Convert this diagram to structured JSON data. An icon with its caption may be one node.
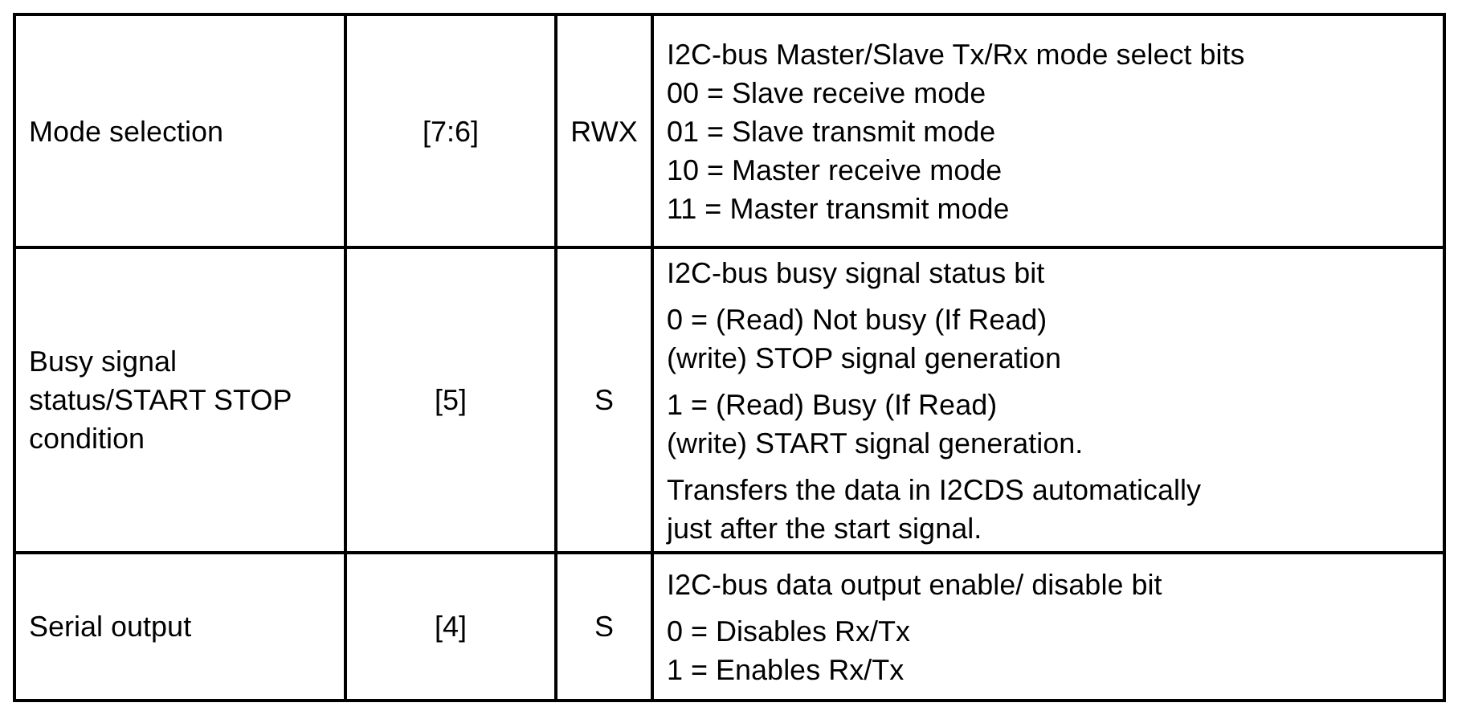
{
  "diagram": {
    "labels": [
      "Mode selection",
      "[7:6]",
      "RWX",
      "I2C-bus Master/Slave Tx/Rx mode select bits",
      "00 = Slave receive mode",
      "01 = Slave transmit mode",
      "10 = Master receive mode",
      "11 = Master transmit mode",
      "Busy signal status/START STOP condition",
      "[5]",
      "S",
      "I2C-bus busy signal status bit",
      "0 = (Read) Not busy (If Read)",
      "(write) STOP signal generation",
      "1 = (Read) Busy (If Read)",
      "(write) START signal generation.",
      "Transfers the data in I2CDS automatically just after the start signal.",
      "Serial output",
      "[4]",
      "S",
      "I2C-bus data output enable/ disable bit",
      "0 = Disables Rx/Tx",
      "1 = Enables Rx/Tx"
    ]
  }
}
